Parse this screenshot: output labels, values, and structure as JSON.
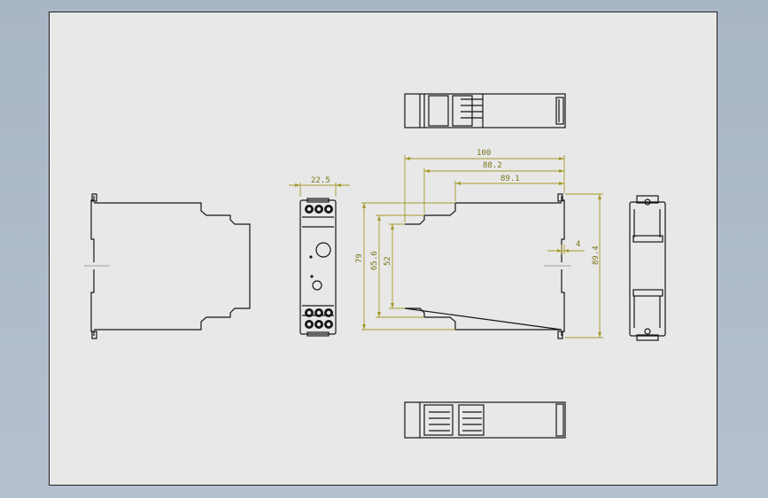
{
  "dimensions": {
    "width": "22.5",
    "length_overall": "100",
    "length_mid": "88.2",
    "length_inner": "89.1",
    "height_overall": "79",
    "height_mid": "65.6",
    "height_inner": "52",
    "height_right": "89.4",
    "offset": "4"
  },
  "colors": {
    "background": "#b0bccb",
    "sheet": "#e8e8e8",
    "outline": "#161616",
    "dimension": "#a59a2a"
  }
}
